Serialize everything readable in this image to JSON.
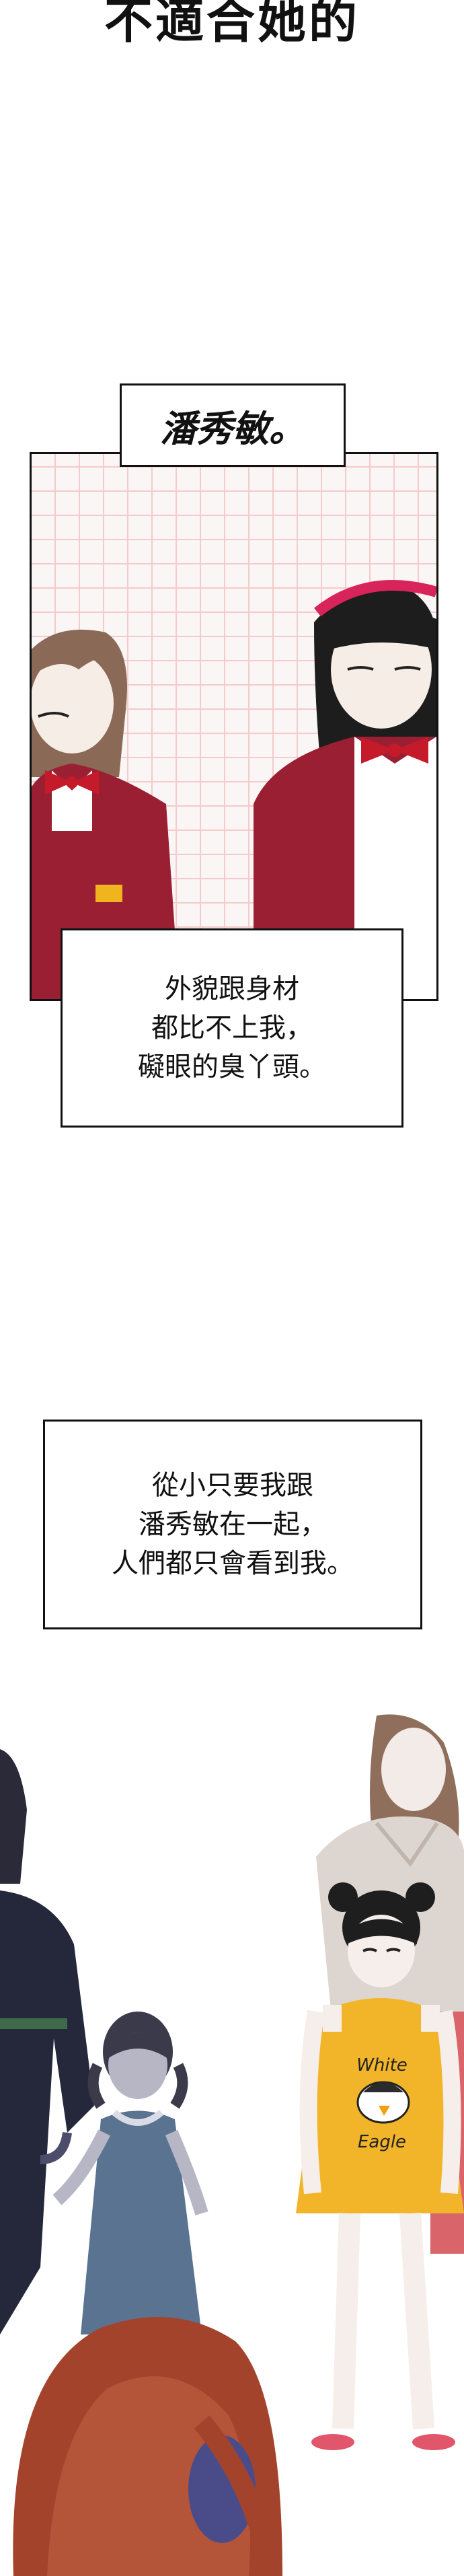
{
  "top_title": "不適合她的",
  "name_box": "潘秀敏。",
  "caption_1": [
    "外貌跟身材",
    "都比不上我，",
    "礙眼的臭丫頭。"
  ],
  "caption_2": [
    "從小只要我跟",
    "潘秀敏在一起，",
    "人們都只會看到我。"
  ],
  "shirt_text": [
    "White",
    "Eagle"
  ],
  "colors": {
    "uniform": "#9b1f33",
    "bow": "#c41a2a",
    "dress_yellow": "#f2b52a",
    "dress_blue": "#5a7391",
    "hair_red": "#a4432b"
  }
}
